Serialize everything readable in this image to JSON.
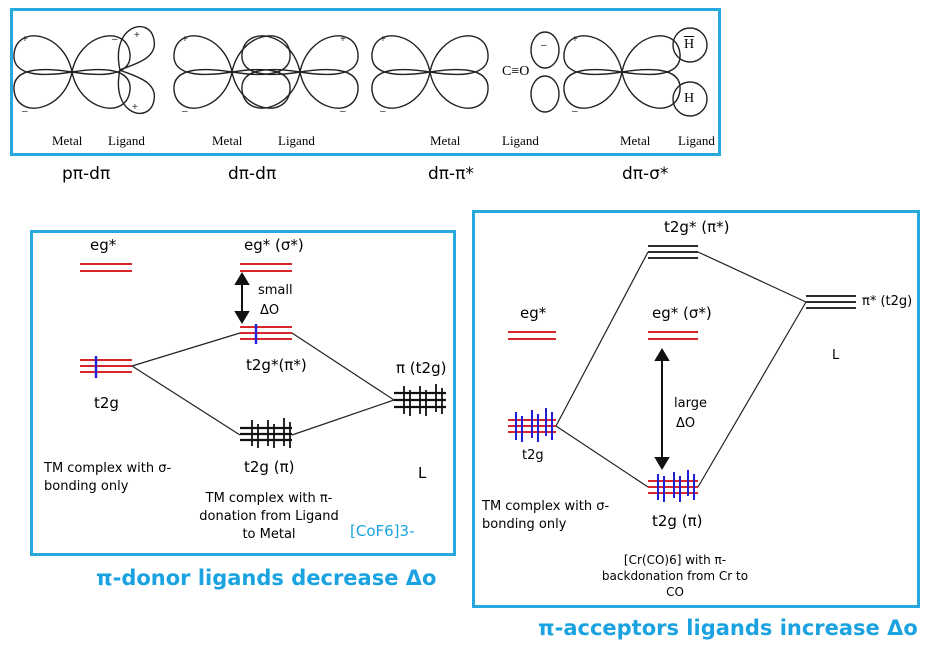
{
  "orbital_panel": {
    "diagrams": [
      {
        "metal": "Metal",
        "ligand": "Ligand",
        "caption": "pπ-dπ"
      },
      {
        "metal": "Metal",
        "ligand": "Ligand",
        "caption": "dπ-dπ"
      },
      {
        "metal": "Metal",
        "ligand": "Ligand",
        "caption": "dπ-π*",
        "molecule": "C≡O"
      },
      {
        "metal": "Metal",
        "ligand": "Ligand",
        "caption": "dπ-σ*",
        "atom_top": "H",
        "atom_bottom": "H"
      }
    ]
  },
  "donor_panel": {
    "eg_left": "eg*",
    "eg_mid": "eg* (σ*)",
    "small": "small",
    "delta": "ΔO",
    "t2g_left": "t2g",
    "t2g_pi_star": "t2g*(π*)",
    "pi_t2g": "π (t2g)",
    "t2g_pi": "t2g (π)",
    "L": "L",
    "sigma_only": "TM complex with σ-bonding only",
    "pi_donation": "TM complex with π-donation from Ligand to Metal",
    "complex": "[CoF6]3-",
    "caption": "π-donor ligands decrease Δo"
  },
  "acceptor_panel": {
    "t2g_pi_star": "t2g* (π*)",
    "eg_left": "eg*",
    "eg_mid": "eg* (σ*)",
    "pi_star_t2g": "π* (t2g)",
    "L": "L",
    "large": "large",
    "delta": "ΔO",
    "t2g_left": "t2g",
    "t2g_pi": "t2g (π)",
    "sigma_only": "TM complex with σ-bonding only",
    "complex": "[Cr(CO)6] with π-backdonation from Cr to CO",
    "caption": "π-acceptors ligands increase Δo"
  },
  "colors": {
    "frame": "#29a8e0",
    "level_red": "#d8262b",
    "electron_blue": "#1f1fd6",
    "caption_blue": "#1aa3e0"
  }
}
